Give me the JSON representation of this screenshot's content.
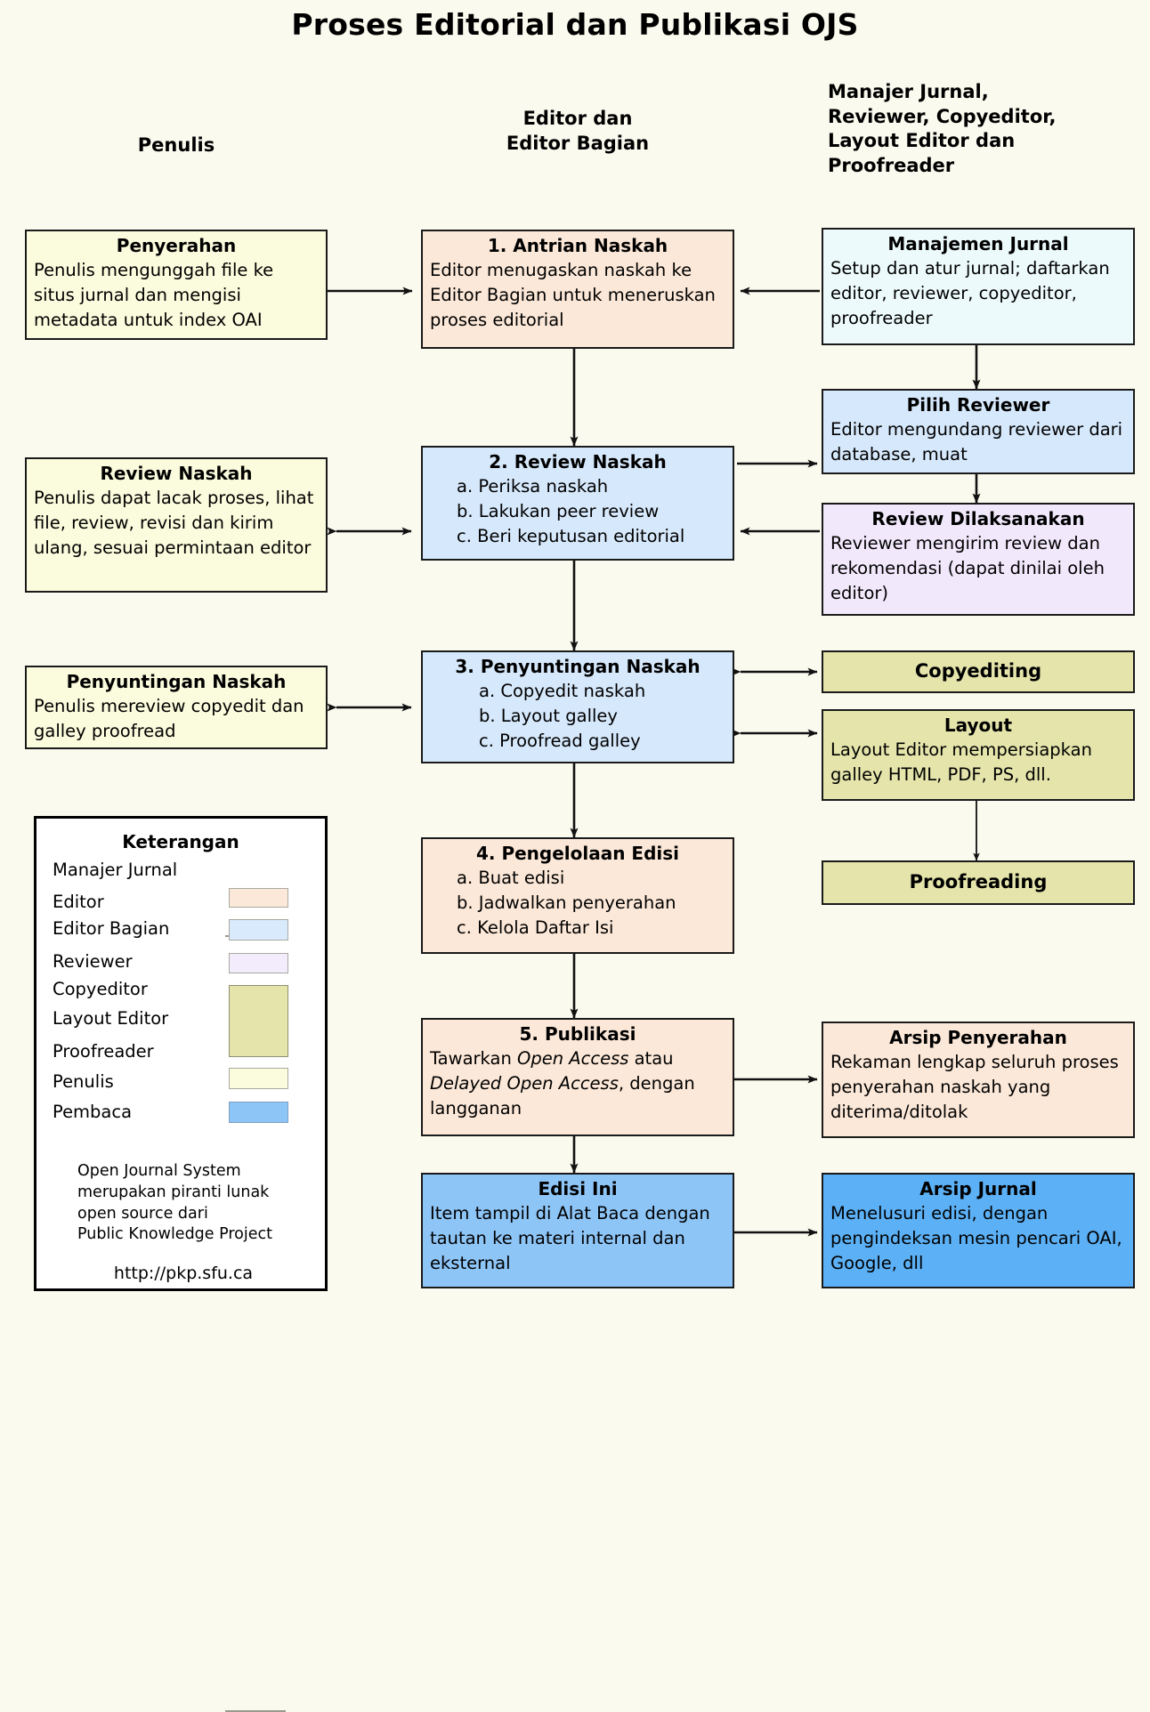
{
  "title": "Proses Editorial dan Publikasi OJS",
  "columns": {
    "left": "Penulis",
    "center_line1": "Editor dan",
    "center_line2": "Editor Bagian",
    "right_line1": "Manajer Jurnal,",
    "right_line2": "Reviewer, Copyeditor,",
    "right_line3": "Layout Editor dan",
    "right_line4": "Proofreader"
  },
  "palette": {
    "background": "#fbfaef",
    "author": "#fbfbdd",
    "editor": "#fce8d8",
    "section_editor": "#d6e8fb",
    "reviewer": "#f1e8fb",
    "copyeditor": "#e4e4ab",
    "reader": "#8ec5f7",
    "manager": "#edfafb",
    "border": "#1a1a1a"
  },
  "boxes": {
    "penyerahan": {
      "title": "Penyerahan",
      "body": "Penulis mengunggah file ke situs jurnal dan mengisi metadata untuk index OAI"
    },
    "antrian_naskah": {
      "title": "1. Antrian Naskah",
      "body": "Editor menugaskan naskah ke Editor Bagian untuk meneruskan proses editorial"
    },
    "manajemen_jurnal": {
      "title": "Manajemen Jurnal",
      "body": "Setup dan atur jurnal; daftarkan editor, reviewer, copyeditor, proofreader"
    },
    "pilih_reviewer": {
      "title": "Pilih Reviewer",
      "body": "Editor mengundang reviewer dari database, muat"
    },
    "review_naskah_penulis": {
      "title": "Review Naskah",
      "body": "Penulis dapat lacak proses, lihat file, review, revisi dan kirim ulang, sesuai permintaan editor"
    },
    "review_naskah": {
      "title": "2. Review Naskah",
      "items": [
        "a. Periksa naskah",
        "b. Lakukan peer review",
        "c. Beri keputusan editorial"
      ]
    },
    "review_dilaksanakan": {
      "title": "Review Dilaksanakan",
      "body": "Reviewer mengirim review dan rekomendasi (dapat dinilai oleh editor)"
    },
    "penyuntingan_penulis": {
      "title": "Penyuntingan Naskah",
      "body": "Penulis mereview copyedit dan galley proofread"
    },
    "penyuntingan_naskah": {
      "title": "3. Penyuntingan Naskah",
      "items": [
        "a. Copyedit naskah",
        "b. Layout galley",
        "c. Proofread galley"
      ]
    },
    "copyediting": {
      "title": "Copyediting"
    },
    "layout": {
      "title": "Layout",
      "body": "Layout Editor mempersiapkan galley HTML, PDF, PS, dll."
    },
    "proofreading": {
      "title": "Proofreading"
    },
    "pengelolaan_edisi": {
      "title": "4. Pengelolaan Edisi",
      "items": [
        "a. Buat edisi",
        "b. Jadwalkan penyerahan",
        "c. Kelola Daftar Isi"
      ]
    },
    "publikasi": {
      "title": "5. Publikasi",
      "body_part1": "Tawarkan ",
      "body_em1": "Open Access",
      "body_part2": " atau ",
      "body_em2": "Delayed Open Access",
      "body_part3": ", dengan langganan"
    },
    "arsip_penyerahan": {
      "title": "Arsip Penyerahan",
      "body": "Rekaman lengkap seluruh proses penyerahan naskah yang diterima/ditolak"
    },
    "edisi_ini": {
      "title": "Edisi Ini",
      "body": "Item tampil di Alat Baca dengan tautan ke materi internal dan eksternal"
    },
    "arsip_jurnal": {
      "title": "Arsip Jurnal",
      "body": "Menelusuri edisi, dengan pengindeksan mesin pencari OAI, Google, dll"
    }
  },
  "legend": {
    "title": "Keterangan",
    "rows": [
      {
        "label": "Manajer Jurnal",
        "swatch": null
      },
      {
        "label": "Editor",
        "swatch": "#fce8d8"
      },
      {
        "label": "Editor Bagian",
        "swatch": "#d9eafc"
      },
      {
        "label": "Reviewer",
        "swatch": "#f3ecfc"
      },
      {
        "label": "Copyeditor",
        "swatch": "#e4e4ab"
      },
      {
        "label": "Layout Editor",
        "swatch": null
      },
      {
        "label": "Proofreader",
        "swatch": null
      },
      {
        "label": "Penulis",
        "swatch": "#fbfbdd"
      },
      {
        "label": "Pembaca",
        "swatch": "#8ec5f7"
      }
    ],
    "note_line1": "Open Journal System",
    "note_line2": "merupakan piranti lunak",
    "note_line3": "open source dari",
    "note_line4": "Public Knowledge Project",
    "url": "http://pkp.sfu.ca"
  }
}
